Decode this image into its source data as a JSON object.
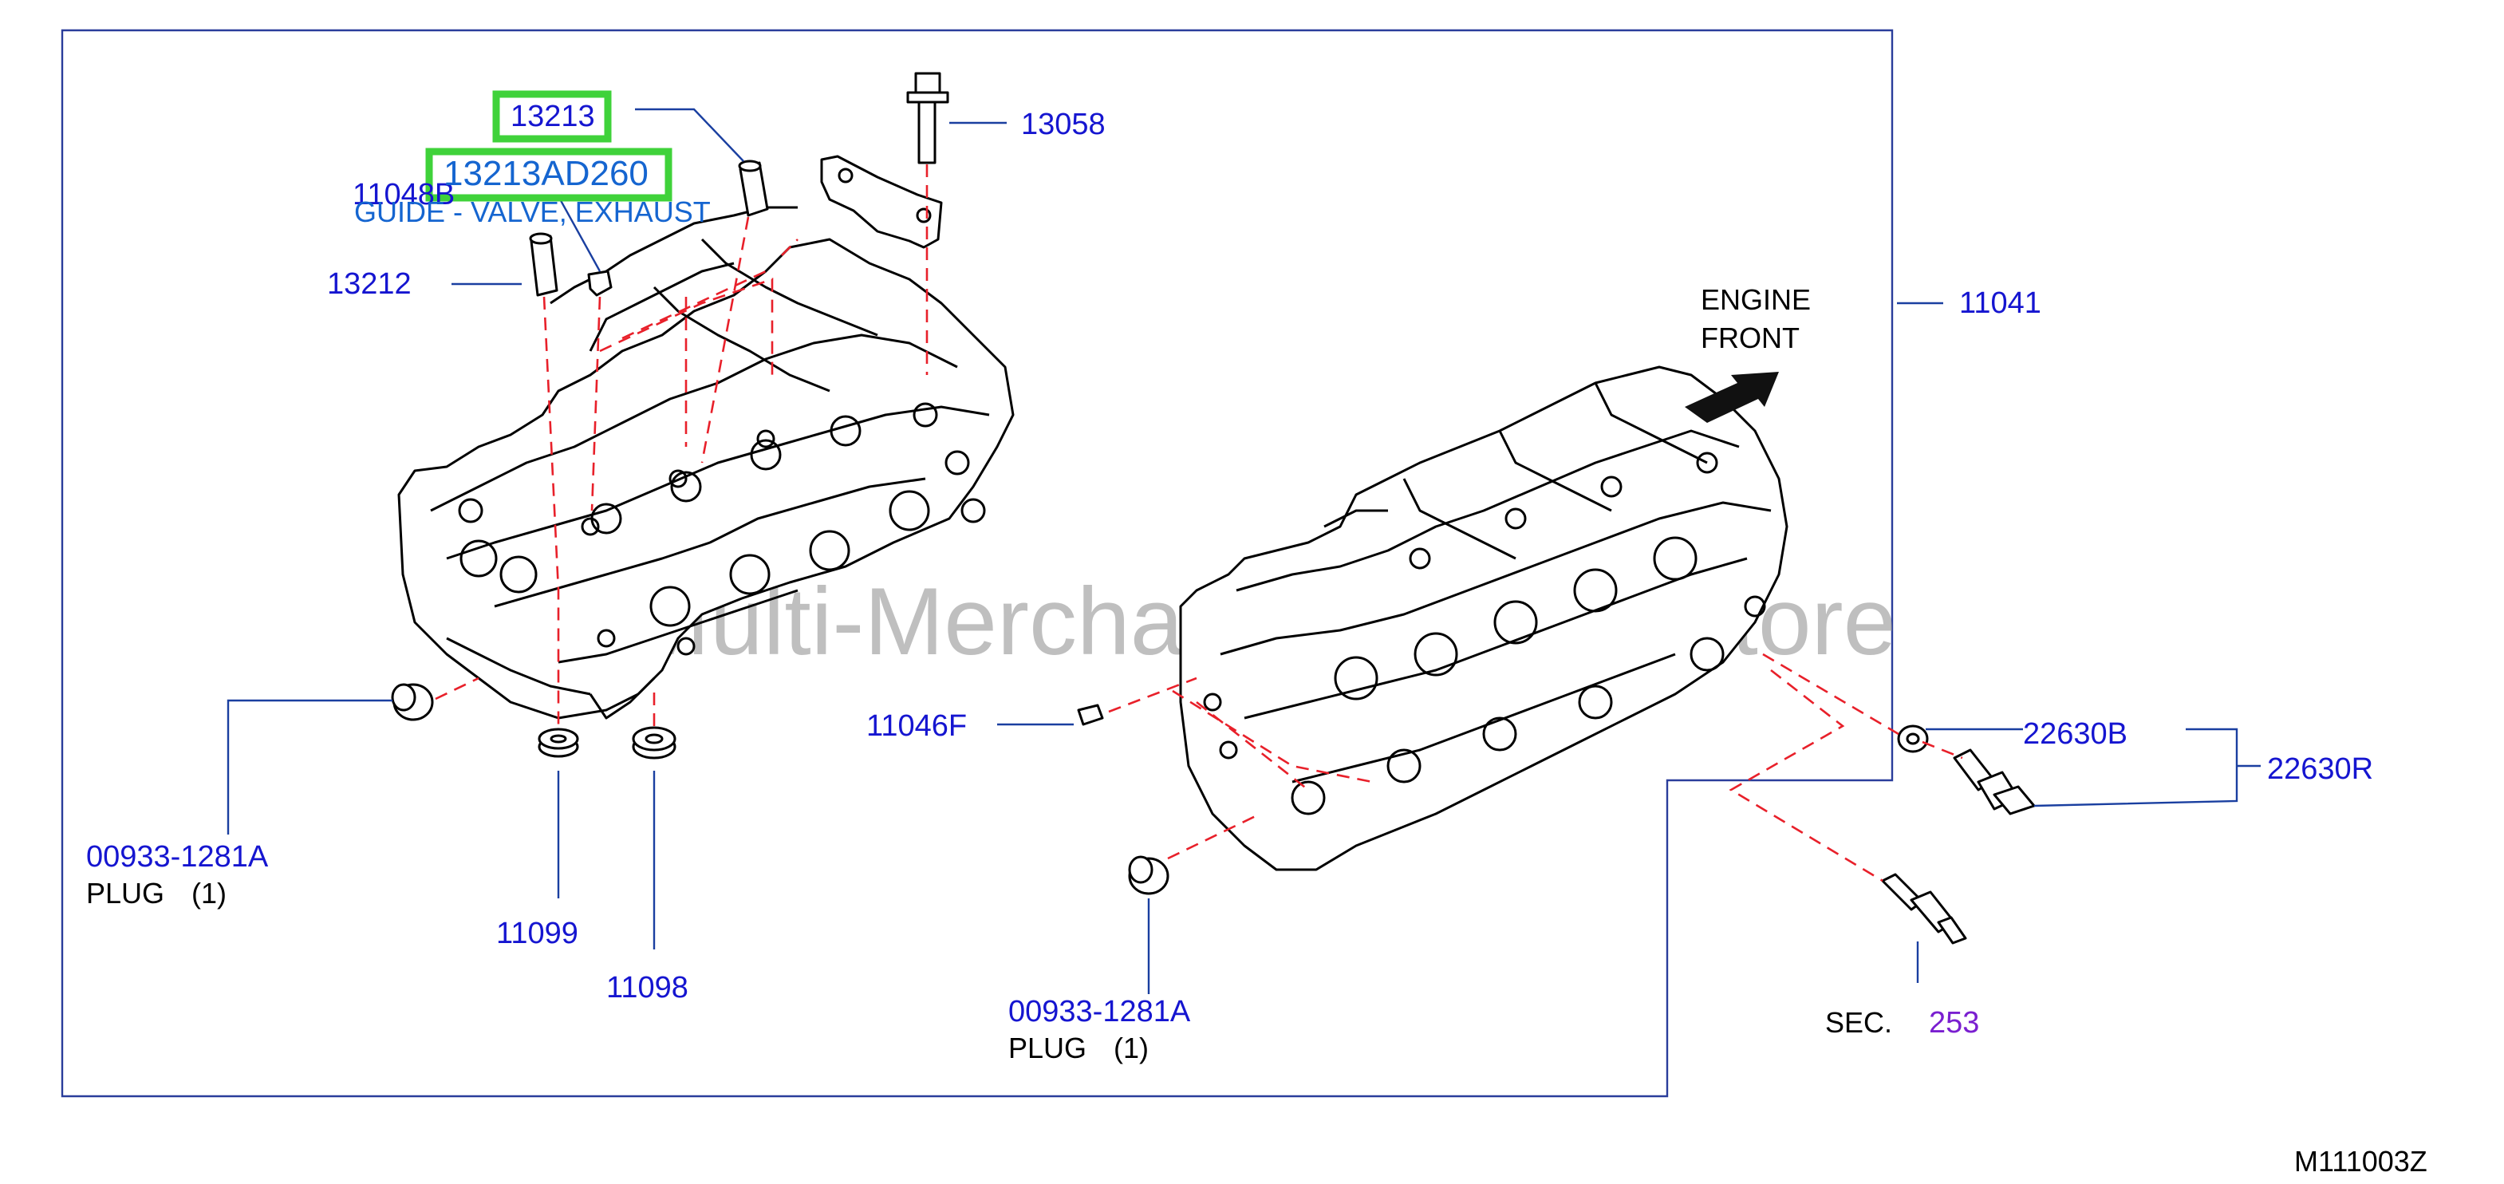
{
  "labels": {
    "p13213": "13213",
    "p13213AD260": "13213AD260",
    "guide_desc": "GUIDE - VALVE, EXHAUST",
    "p11048B": "11048B",
    "p13212": "13212",
    "p13058": "13058",
    "engine_front_line1": "ENGINE",
    "engine_front_line2": "FRONT",
    "p11041": "11041",
    "p11046F": "11046F",
    "p22630B": "22630B",
    "p22630R": "22630R",
    "plug_left_pn": "00933-1281A",
    "plug_left_name": "PLUG",
    "plug_left_qty": "(1)",
    "p11099": "11099",
    "p11098": "11098",
    "plug_right_pn": "00933-1281A",
    "plug_right_name": "PLUG",
    "plug_right_qty": "(1)",
    "sec_label": "SEC.",
    "sec_number": "253",
    "watermark": "Multi-Merchant Auto Partstore",
    "diagram_code": "M111003Z"
  },
  "colors": {
    "part_number": "#1515d0",
    "highlight_border": "#3fd23a",
    "dashed_line": "#e8202a",
    "leader_line": "#1a3fa0",
    "section_ref": "#7a1fd0"
  }
}
